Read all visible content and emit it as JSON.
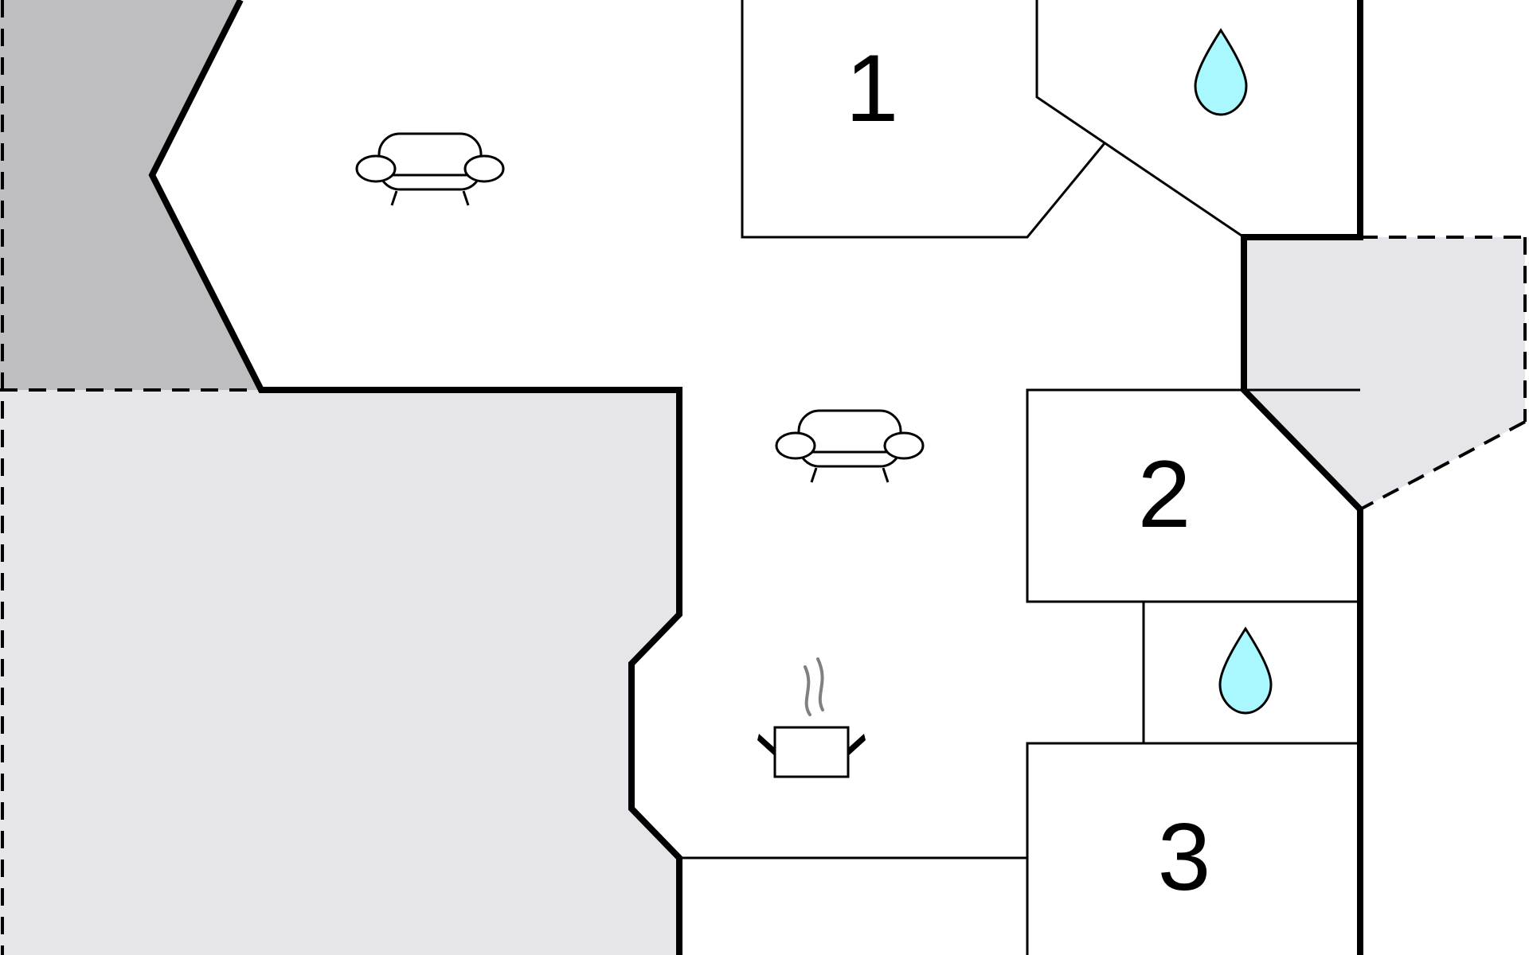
{
  "floorplan": {
    "colors": {
      "wall": "#000000",
      "background": "#ffffff",
      "outdoor_area": "#e6e6ea",
      "covered_area": "#bebec0",
      "water_icon": "#aaf8ff",
      "steam": "#808080"
    },
    "rooms": [
      {
        "number": "1",
        "kind": "bedroom"
      },
      {
        "number": "2",
        "kind": "bedroom"
      },
      {
        "number": "3",
        "kind": "bedroom"
      }
    ],
    "icons": [
      {
        "name": "sofa-icon",
        "meaning": "living-room"
      },
      {
        "name": "sofa-icon",
        "meaning": "living-room"
      },
      {
        "name": "cooking-pot-icon",
        "meaning": "kitchen"
      },
      {
        "name": "water-drop-icon",
        "meaning": "bathroom"
      },
      {
        "name": "water-drop-icon",
        "meaning": "bathroom"
      }
    ]
  }
}
